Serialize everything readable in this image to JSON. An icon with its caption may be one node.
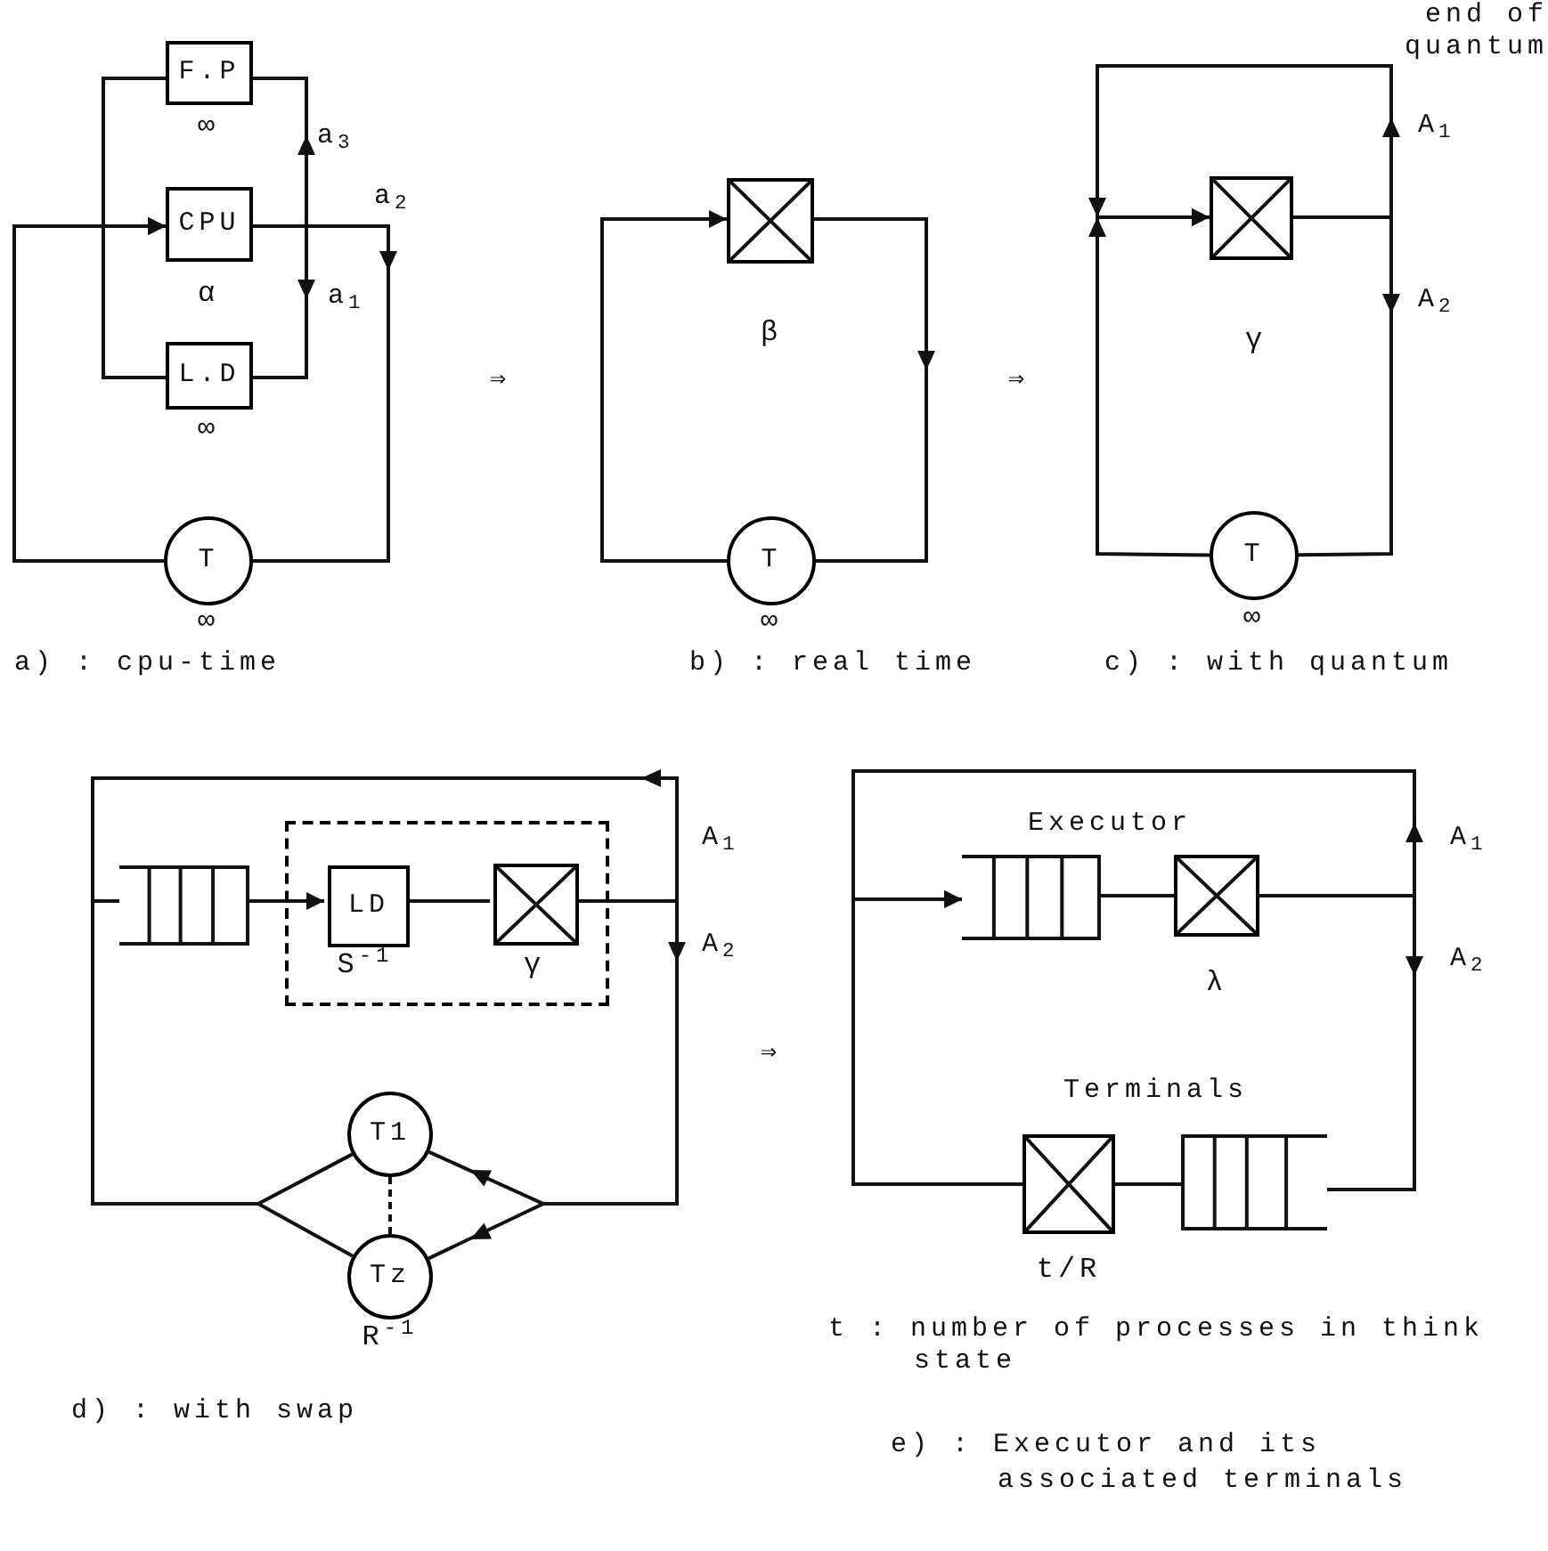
{
  "diagram": {
    "nodes": [
      {
        "text": [
          "F.P"
        ],
        "beside": [
          "∞"
        ]
      },
      {
        "text": [
          "CPU"
        ],
        "beside": [
          "α"
        ]
      },
      {
        "text": [
          "L.D"
        ],
        "beside": [
          "∞"
        ]
      },
      {
        "text": [
          "T"
        ],
        "beside": [
          "∞"
        ]
      },
      {
        "text": [],
        "shape": "square",
        "beside": [
          "β"
        ]
      },
      {
        "text": [
          "T"
        ],
        "beside": [
          "∞"
        ]
      },
      {
        "text": [],
        "shape": "square",
        "beside": [
          "γ"
        ]
      },
      {
        "text": [
          "T"
        ],
        "beside": [
          "∞"
        ]
      },
      {
        "text": [],
        "shape": "queue"
      },
      {
        "text": [],
        "shape": "box"
      },
      {
        "text": [
          "LD"
        ],
        "in": 9,
        "beside": [
          "S$^{-1}$"
        ]
      },
      {
        "text": [],
        "shape": "square",
        "in": 9,
        "beside": [
          "γ"
        ]
      },
      {
        "text": [
          "T1"
        ]
      },
      {
        "text": [
          "Tz"
        ],
        "beside": [
          "R$^{-1}$"
        ]
      },
      {
        "text": [],
        "shape": "queue"
      },
      {
        "text": [],
        "shape": "square",
        "beside": [
          "λ"
        ]
      },
      {
        "text": [],
        "shape": "square",
        "beside": [
          "t/R"
        ]
      },
      {
        "text": [],
        "shape": "queue"
      }
    ],
    "edges": [
      {
        "from": 3,
        "to": 1,
        "arrow": "to"
      },
      {
        "from": 0,
        "to": 1,
        "arrow": "to"
      },
      {
        "from": 2,
        "to": 1,
        "arrow": "to"
      },
      {
        "from": 1,
        "to": 0,
        "arrow": "to",
        "label": "a$_{3}$"
      },
      {
        "from": 1,
        "to": 2,
        "arrow": "to",
        "label": "a$_{1}$"
      },
      {
        "from": 1,
        "to": 3,
        "arrow": "to",
        "label": "a$_{2}$"
      },
      {
        "from": 5,
        "to": 4,
        "arrow": "to"
      },
      {
        "from": 4,
        "to": 5,
        "arrow": "to"
      },
      {
        "from": 7,
        "to": 6,
        "arrow": "to"
      },
      {
        "from": 6,
        "to": 6,
        "arrow": "to",
        "label": "A$_{1}$"
      },
      {
        "from": 6,
        "to": 7,
        "arrow": "to",
        "label": "A$_{2}$"
      },
      {
        "from": 8,
        "to": 10,
        "arrow": "to"
      },
      {
        "from": 10,
        "to": 11,
        "arrow": "none"
      },
      {
        "from": 11,
        "to": 8,
        "arrow": "to",
        "label": "A$_{1}$"
      },
      {
        "from": 11,
        "to": 12,
        "arrow": "to",
        "label": "A$_{2}$"
      },
      {
        "from": 11,
        "to": 13,
        "arrow": "to"
      },
      {
        "from": 12,
        "to": 8,
        "arrow": "none"
      },
      {
        "from": 13,
        "to": 8,
        "arrow": "none"
      },
      {
        "from": 14,
        "to": 15,
        "arrow": "none"
      },
      {
        "from": 15,
        "to": 14,
        "arrow": "to",
        "label": "A$_{1}$"
      },
      {
        "from": 15,
        "to": 17,
        "arrow": "to",
        "label": "A$_{2}$"
      },
      {
        "from": 17,
        "to": 16,
        "arrow": "none"
      },
      {
        "from": 16,
        "to": 14,
        "arrow": "to"
      },
      {
        "from": 12,
        "to": 13,
        "arrow": "none",
        "style": "dashed"
      }
    ],
    "labels": [
      "⇒",
      "end of quantum",
      "⇒",
      "a) : cpu-time",
      "b) : real time",
      "c) : with quantum",
      "⇒",
      "Executor",
      "Terminals",
      "d) : with swap",
      "t : number of processes in think state",
      "e) : Executor and its associated terminals"
    ]
  }
}
